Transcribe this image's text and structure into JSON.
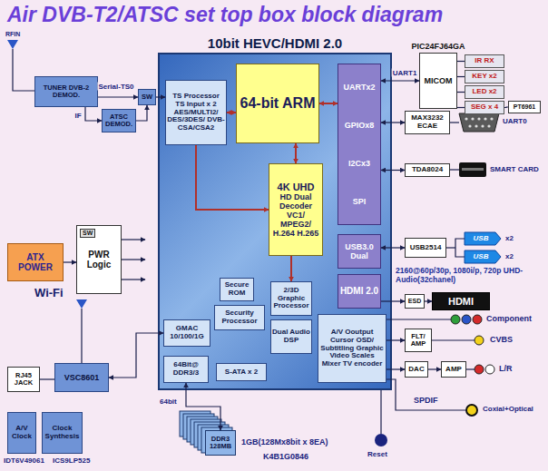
{
  "diagram": {
    "title": "Air DVB-T2/ATSC set top box block diagram",
    "nodes": [
      {
        "text": [
          "TUNER DVB-2 DEMOD."
        ]
      },
      {
        "text": [
          "ATSC DEMOD."
        ]
      },
      {
        "text": [
          "SW"
        ]
      },
      {
        "text": [
          "10bit HEVC/HDMI 2.0"
        ]
      },
      {
        "text": [
          "TS Processor TS Input x 2 AES/MULTI2/ DES/3DES/ DVB-CSA/CSA2"
        ],
        "in": 3
      },
      {
        "text": [
          "64-bit ARM"
        ],
        "in": 3
      },
      {
        "text": [
          "UARTx2",
          "GPIOx8",
          "I2Cx3",
          "SPI"
        ],
        "in": 3
      },
      {
        "text": [
          "4K UHD",
          "HD Dual Decoder VC1/ MPEG2/ H.264 H.265"
        ],
        "in": 3
      },
      {
        "text": [
          "USB3.0 Dual"
        ],
        "in": 3
      },
      {
        "text": [
          "HDMI 2.0"
        ],
        "in": 3
      },
      {
        "text": [
          "Secure ROM"
        ],
        "in": 3
      },
      {
        "text": [
          "Security Processor"
        ],
        "in": 3
      },
      {
        "text": [
          "2/3D Graphic Processor"
        ],
        "in": 3
      },
      {
        "text": [
          "Dual Audio DSP"
        ],
        "in": 3
      },
      {
        "text": [
          "A/V Ooutput Cursor OSD/ Subtitling Graphic Video Scales Mixer TV encoder"
        ],
        "in": 3
      },
      {
        "text": [
          "GMAC 10/100/1G"
        ],
        "in": 3
      },
      {
        "text": [
          "64Bit@ DDR3/3"
        ],
        "in": 3
      },
      {
        "text": [
          "S-ATA x 2"
        ],
        "in": 3
      },
      {
        "text": [
          "ATX POWER"
        ]
      },
      {
        "text": [
          "SW",
          "PWR Logic"
        ]
      },
      {
        "text": [
          "RJ45 JACK"
        ]
      },
      {
        "text": [
          "VSC8601"
        ]
      },
      {
        "text": [
          "PIC24FJ64GA",
          "MICOM"
        ]
      },
      {
        "text": [
          "IR RX"
        ]
      },
      {
        "text": [
          "KEY x2"
        ]
      },
      {
        "text": [
          "LED x2"
        ]
      },
      {
        "text": [
          "SEG x 4"
        ]
      },
      {
        "text": [
          "PT6961"
        ]
      },
      {
        "text": [
          "MAX3232 ECAE"
        ]
      },
      {
        "text": [
          "TDA8024"
        ]
      },
      {
        "text": [
          "USB2514"
        ]
      },
      {
        "text": [
          "ESD"
        ]
      },
      {
        "text": [
          "HDMI"
        ]
      },
      {
        "text": [
          "FLT/ AMP"
        ]
      },
      {
        "text": [
          "DAC"
        ]
      },
      {
        "text": [
          "AMP"
        ]
      },
      {
        "text": [
          "DDR3 128MB"
        ]
      },
      {
        "text": [
          "A/V Clock"
        ]
      },
      {
        "text": [
          "Clock Synthesis"
        ]
      }
    ],
    "edges": [
      {
        "from": 0,
        "to": 2,
        "arrow": "to",
        "label": "Serial-TS0"
      },
      {
        "from": 0,
        "to": 1,
        "arrow": "to",
        "label": "IF"
      },
      {
        "from": 1,
        "to": 2,
        "arrow": "to"
      },
      {
        "from": 2,
        "to": 4,
        "arrow": "to"
      },
      {
        "from": 4,
        "to": 5,
        "arrow": "both"
      },
      {
        "from": 5,
        "to": 6,
        "arrow": "both"
      },
      {
        "from": 5,
        "to": 7,
        "arrow": "both"
      },
      {
        "from": 4,
        "to": 7,
        "arrow": "to"
      },
      {
        "from": 7,
        "to": 12,
        "arrow": "to"
      },
      {
        "from": 6,
        "to": 22,
        "arrow": "both",
        "label": "UART1"
      },
      {
        "from": 22,
        "to": 23,
        "arrow": "none"
      },
      {
        "from": 22,
        "to": 24,
        "arrow": "none"
      },
      {
        "from": 22,
        "to": 25,
        "arrow": "none"
      },
      {
        "from": 22,
        "to": 26,
        "arrow": "none"
      },
      {
        "from": 26,
        "to": 27,
        "arrow": "none"
      },
      {
        "from": 6,
        "to": 28,
        "arrow": "both"
      },
      {
        "from": 6,
        "to": 29,
        "arrow": "both"
      },
      {
        "from": 8,
        "to": 30,
        "arrow": "both"
      },
      {
        "from": 9,
        "to": 31,
        "arrow": "to"
      },
      {
        "from": 31,
        "to": 32,
        "arrow": "to"
      },
      {
        "from": 14,
        "to": 33,
        "arrow": "to"
      },
      {
        "from": 14,
        "to": 34,
        "arrow": "to"
      },
      {
        "from": 34,
        "to": 35,
        "arrow": "to"
      },
      {
        "from": 18,
        "to": 19,
        "arrow": "to"
      },
      {
        "from": 20,
        "to": 21,
        "arrow": "none"
      },
      {
        "from": 21,
        "to": 15,
        "arrow": "both"
      },
      {
        "from": 16,
        "to": 36,
        "arrow": "both"
      }
    ],
    "labels": [
      "RFIN",
      "UART0",
      "SMART CARD",
      "USB",
      "x2",
      "USB",
      "x2",
      "2160@60p/30p, 1080i/p, 720p UHD-Audio(32chanel)",
      "Component",
      "CVBS",
      "L/R",
      "SPDIF",
      "Coxial+Optical",
      "Wi-Fi",
      "64bit",
      "1GB(128Mx8bit x 8EA)",
      "K4B1G0846",
      "IDT6V49061",
      "ICS9LP525",
      "Reset"
    ]
  }
}
